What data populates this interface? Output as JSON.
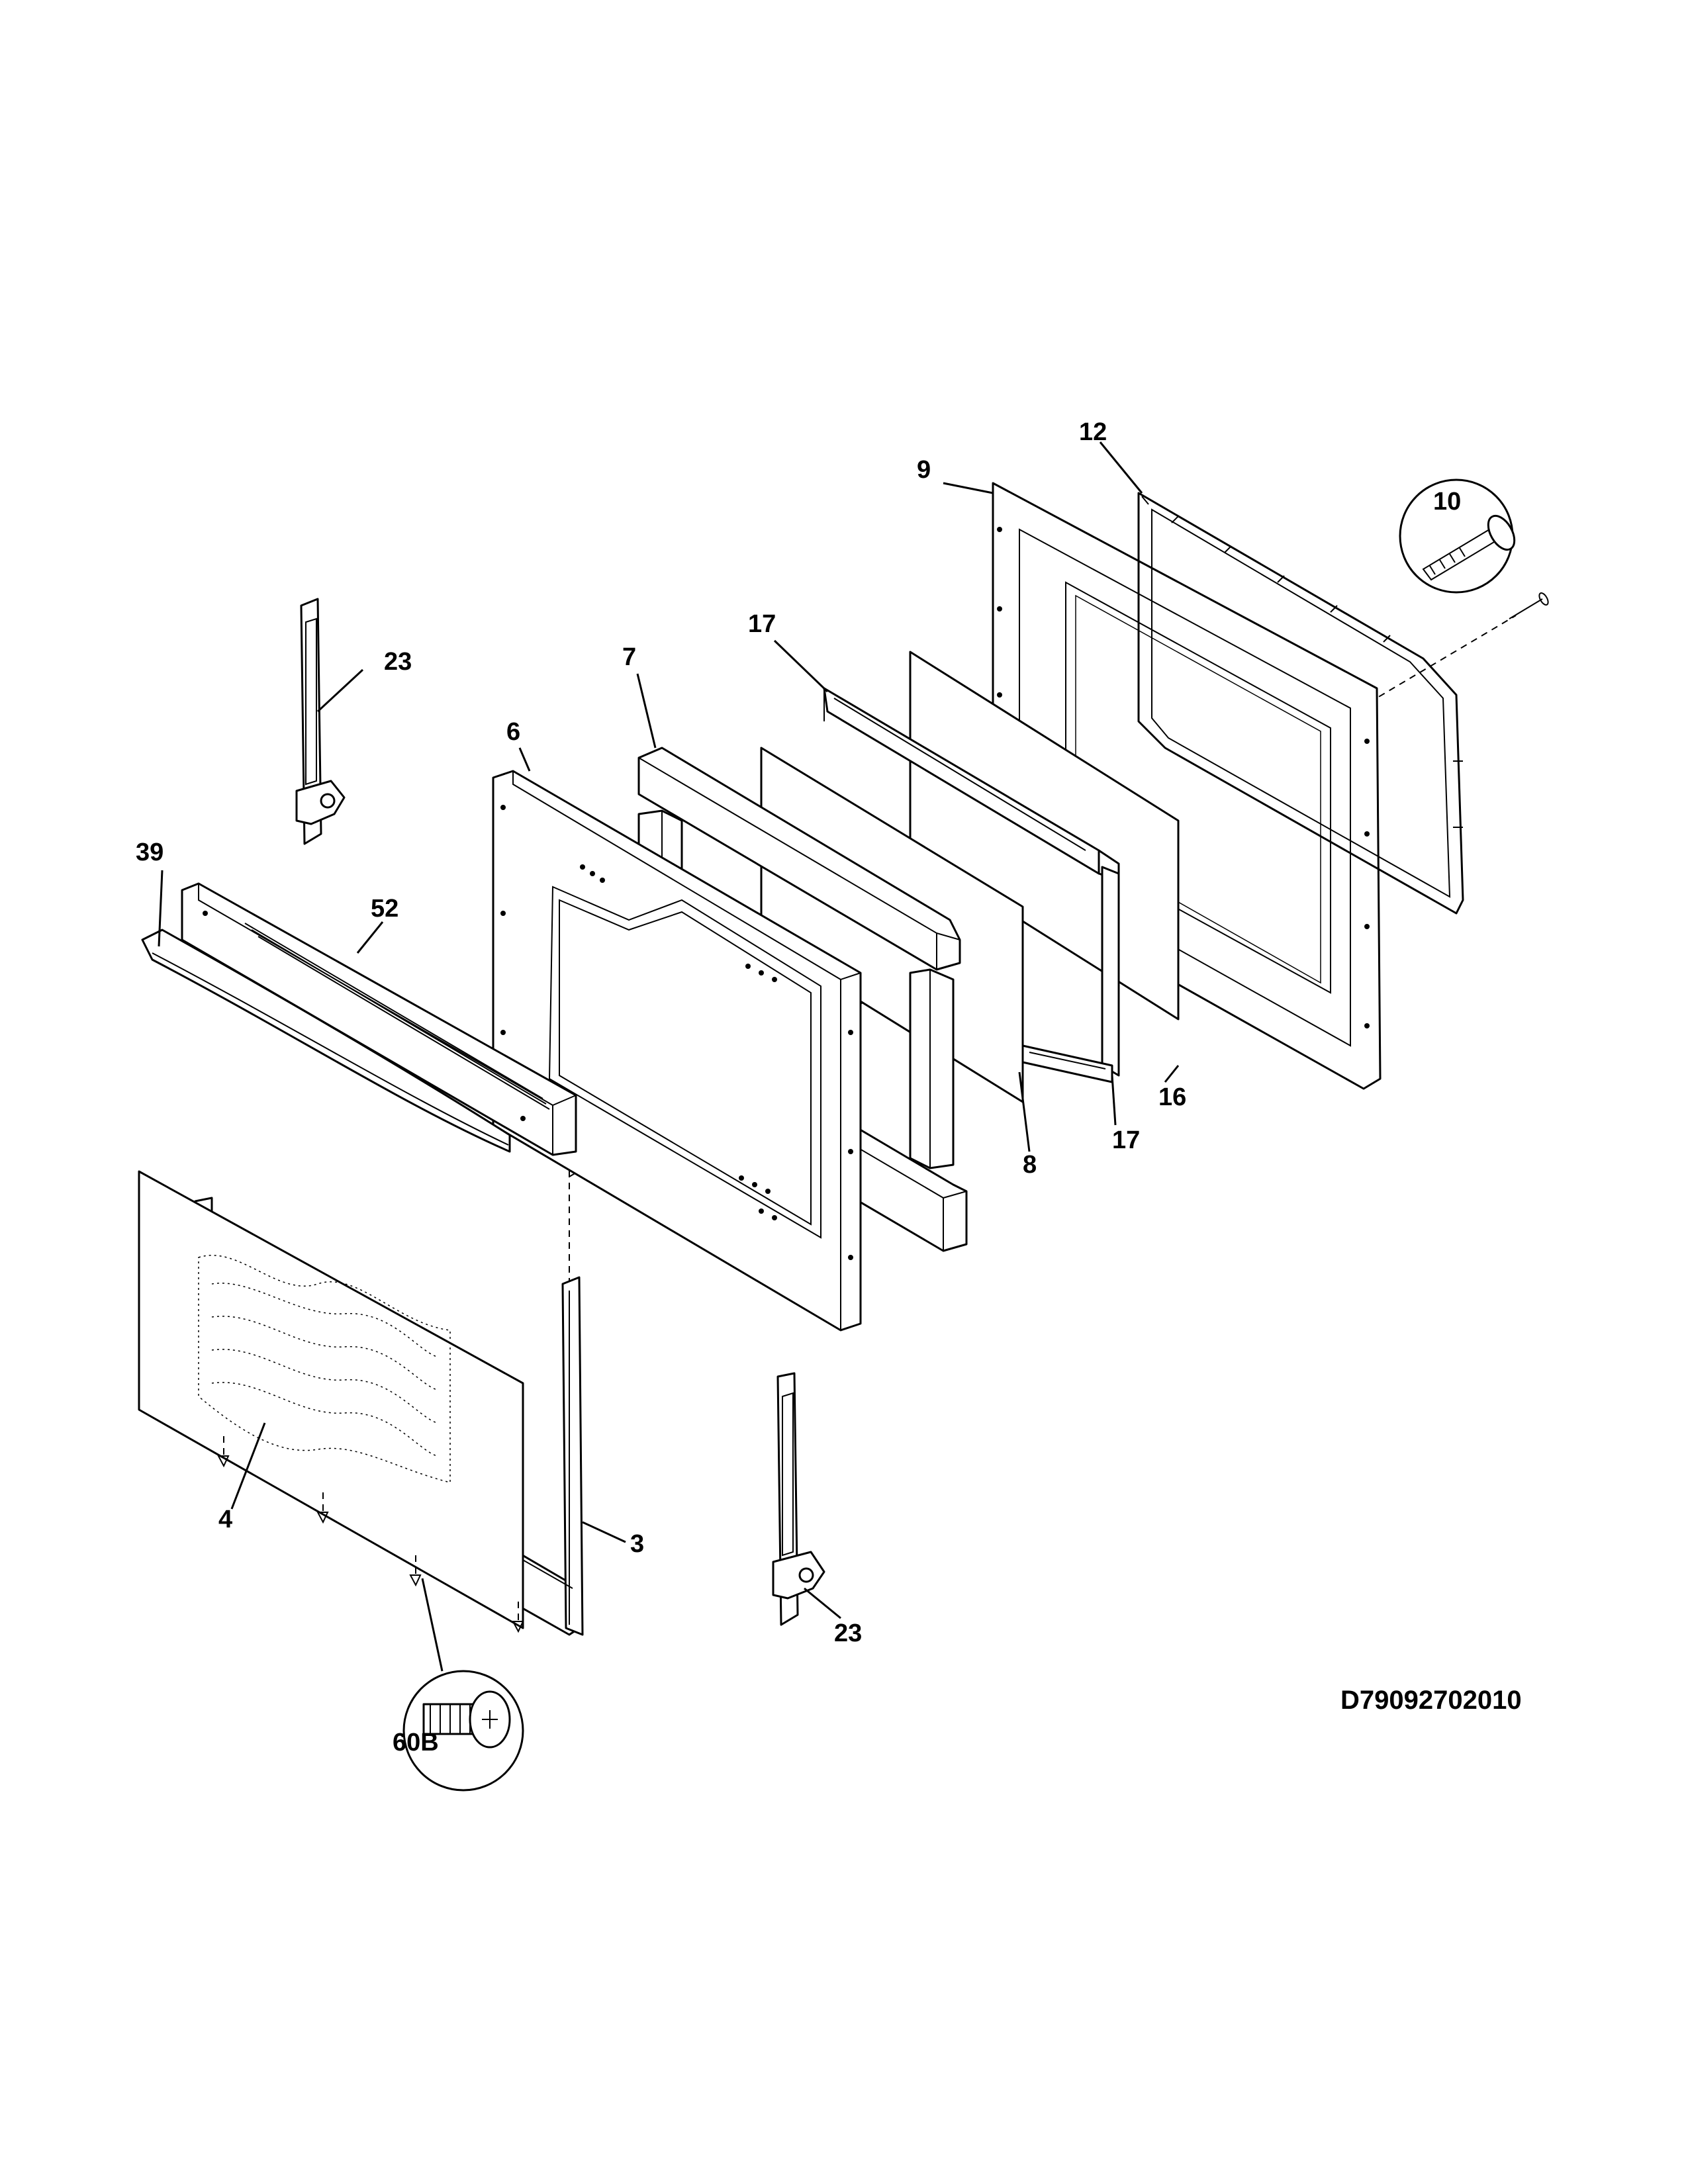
{
  "diagram": {
    "drawing_code": "D79092702010",
    "part_labels": {
      "p3": "3",
      "p4": "4",
      "p6": "6",
      "p7": "7",
      "p8": "8",
      "p9": "9",
      "p10": "10",
      "p12": "12",
      "p16": "16",
      "p17_top": "17",
      "p17_bottom": "17",
      "p23_top": "23",
      "p23_bottom": "23",
      "p39": "39",
      "p52": "52",
      "p60b": "60B"
    }
  }
}
